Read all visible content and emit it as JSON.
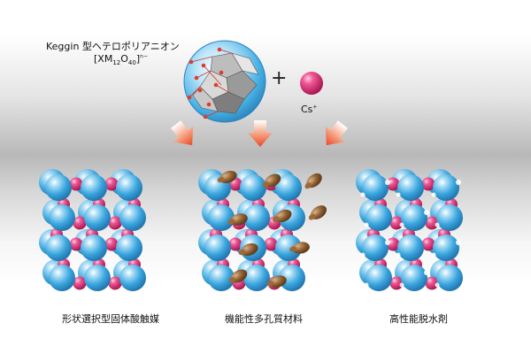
{
  "top": {
    "anion_name": "Keggin 型ヘテロポリアニオン",
    "formula_base": "[XM",
    "formula_sub1": "12",
    "formula_mid": "O",
    "formula_sub2": "40",
    "formula_tail": "]",
    "formula_sup": "n−",
    "plus_sign": "+",
    "cation": "Cs",
    "cation_sup": "+"
  },
  "materials": [
    {
      "label": "形状選択型固体酸触媒"
    },
    {
      "label": "機能性多孔質材料"
    },
    {
      "label": "高性能脱水剤"
    }
  ],
  "colors": {
    "anion_sphere": "#39a9e0",
    "cesium_sphere": "#e0206e",
    "guest_molecule": "#8b5a2b",
    "arrow": "#e8562a"
  }
}
